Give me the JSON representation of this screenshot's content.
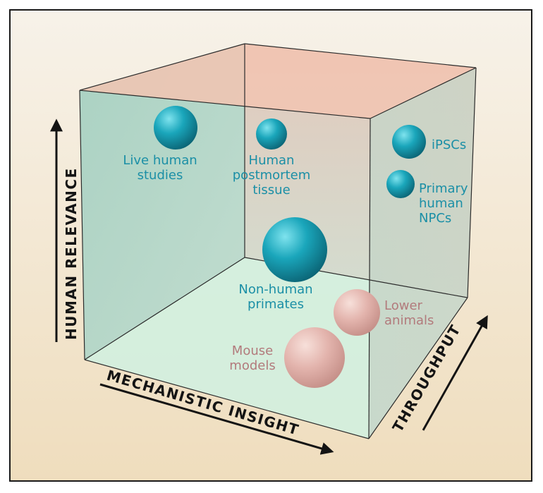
{
  "axes": {
    "vertical": "HUMAN RELEVANCE",
    "horizontal": "MECHANISTIC INSIGHT",
    "depth": "THROUGHPUT"
  },
  "models": [
    {
      "id": "live-human-studies",
      "lines": [
        "Live human",
        "studies"
      ],
      "group": "human",
      "color": "teal"
    },
    {
      "id": "human-postmortem-tissue",
      "lines": [
        "Human",
        "postmortem",
        "tissue"
      ],
      "group": "human",
      "color": "teal"
    },
    {
      "id": "ipscs",
      "lines": [
        "iPSCs"
      ],
      "group": "cell",
      "color": "teal"
    },
    {
      "id": "primary-human-npcs",
      "lines": [
        "Primary",
        "human",
        "NPCs"
      ],
      "group": "cell",
      "color": "teal"
    },
    {
      "id": "non-human-primates",
      "lines": [
        "Non-human",
        "primates"
      ],
      "group": "animal",
      "color": "teal"
    },
    {
      "id": "lower-animals",
      "lines": [
        "Lower",
        "animals"
      ],
      "group": "animal",
      "color": "pink"
    },
    {
      "id": "mouse-models",
      "lines": [
        "Mouse",
        "models"
      ],
      "group": "animal",
      "color": "pink"
    }
  ],
  "colors": {
    "background_top": "#f6f0e6",
    "background_bottom": "#f0dfc0",
    "left_face": "#a9d2c4",
    "back_face": "#d7dccd",
    "top_face": "#f2c4b2",
    "right_face": "#c8d2c4",
    "floor": "#cdecdc",
    "edge": "#2b2b2b",
    "teal_sphere": "#1aa6bb",
    "pink_sphere": "#e3b4ad",
    "teal_label": "#1b8fa6",
    "pink_label": "#b27a7c"
  }
}
